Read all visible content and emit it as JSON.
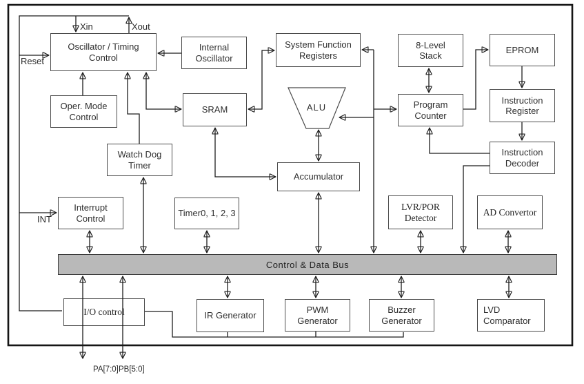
{
  "diagram": {
    "bus": {
      "label": "Control & Data Bus"
    },
    "pins": {
      "xin": "Xin",
      "xout": "Xout",
      "reset": "Reset",
      "int": "INT",
      "pa": "PA[7:0]",
      "pb": "PB[5:0]"
    },
    "blocks": {
      "oscillator_timing": "Oscillator / Timing Control",
      "internal_oscillator": "Internal Oscillator",
      "system_function_registers": "System Function Registers",
      "eight_level_stack": "8-Level Stack",
      "eprom": "EPROM",
      "oper_mode_control": "Oper. Mode Control",
      "sram": "SRAM",
      "alu": "ALU",
      "program_counter": "Program Counter",
      "instruction_register": "Instruction Register",
      "watch_dog_timer": "Watch Dog Timer",
      "accumulator": "Accumulator",
      "instruction_decoder": "Instruction Decoder",
      "interrupt_control": "Interrupt Control",
      "timers": "Timer0, 1, 2, 3",
      "lvr_por_detector": "LVR/POR Detector",
      "ad_convertor": "AD Convertor",
      "io_control": "I/O control",
      "ir_generator": "IR Generator",
      "pwm_generator": "PWM Generator",
      "buzzer_generator": "Buzzer Generator",
      "lvd_comparator": "LVD Comparator"
    },
    "colors": {
      "bus_fill": "#b9b9b9",
      "line": "#1c1c1c",
      "box_border": "#4b4b4b",
      "outer_border": "#151515",
      "background": "#ffffff"
    }
  }
}
